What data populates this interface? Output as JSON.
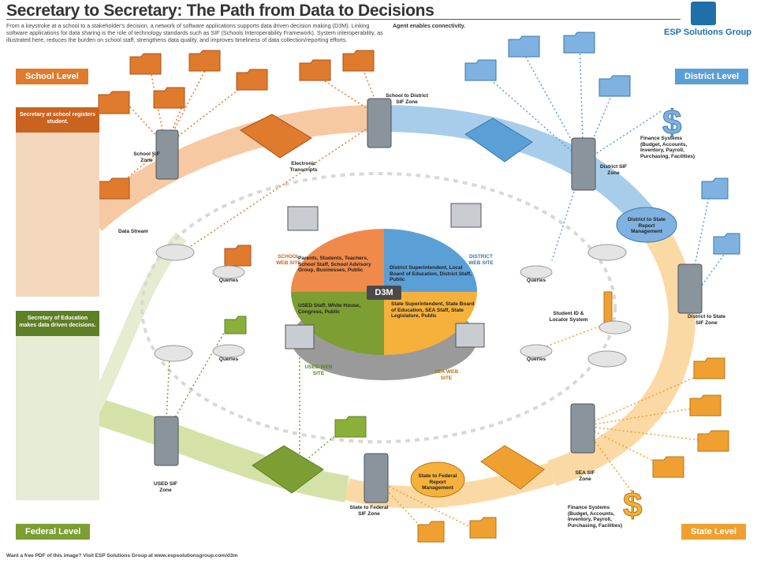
{
  "header": {
    "title": "Secretary to Secretary: The Path from Data to Decisions",
    "intro": "From a keystroke at a school to a stakeholder's decision, a network of software applications supports data driven decision making (D3M). Linking software applications for data sharing is the role of technology standards such as SIF (Schools Interoperability Framework). System interoperability, as illustrated here, reduces the burden on school staff, strengthens data quality, and improves timeliness of data collection/reporting efforts.",
    "legend_note": "Agent enables connectivity.",
    "logo_text": "ESP Solutions Group"
  },
  "levels": {
    "school": "School Level",
    "district": "District Level",
    "federal": "Federal Level",
    "state": "State Level"
  },
  "side_panels": {
    "school_secretary": "Secretary at school registers student.",
    "federal_secretary": "Secretary of Education makes data driven decisions."
  },
  "labels": {
    "school_zone": "School SIF Zone",
    "school_district_zone": "School to District SIF Zone",
    "district_zone": "District SIF Zone",
    "district_state_mgmt": "District to State Report Management",
    "district_state_zone": "District to State SIF Zone",
    "student_locator": "Student ID & Locator System",
    "sea_zone": "SEA SIF Zone",
    "state_federal_zone": "State to Federal SIF Zone",
    "state_federal_mgmt": "State to Federal Report Management",
    "used_zone": "USED SIF Zone",
    "electronic_transcripts": "Electronic Transcripts",
    "data_stream": "Data Stream",
    "finance_district": "Finance Systems (Budget, Accounts, Inventory, Payroll, Purchasing, Facilities)",
    "finance_state": "Finance Systems (Budget, Accounts, Inventory, Payroll, Purchasing, Facilities)",
    "queries": "Queries",
    "school_web": "SCHOOL WEB SITE",
    "district_web": "DISTRICT WEB SITE",
    "used_web": "USED WEB SITE",
    "sea_web": "SEA WEB SITE",
    "d3m": "D3M",
    "pie_school": "Parents, Students, Teachers, School Staff, School Advisory Group, Businesses, Public",
    "pie_district": "District Superintendent, Local Board of Education, District Staff, Public",
    "pie_federal": "USED Staff, White House, Congress, Public",
    "pie_state": "State Superintendent, State Board of Education, SEA Staff, State Legislature, Public"
  },
  "footer": "Want a free PDF of this image? Visit ESP Solutions Group at www.espsolutionsgroup.com/d3m",
  "colors": {
    "school": "#e07a2c",
    "district": "#5b9fd7",
    "federal": "#7c9e32",
    "state": "#f0a030",
    "server": "#8a949c"
  }
}
